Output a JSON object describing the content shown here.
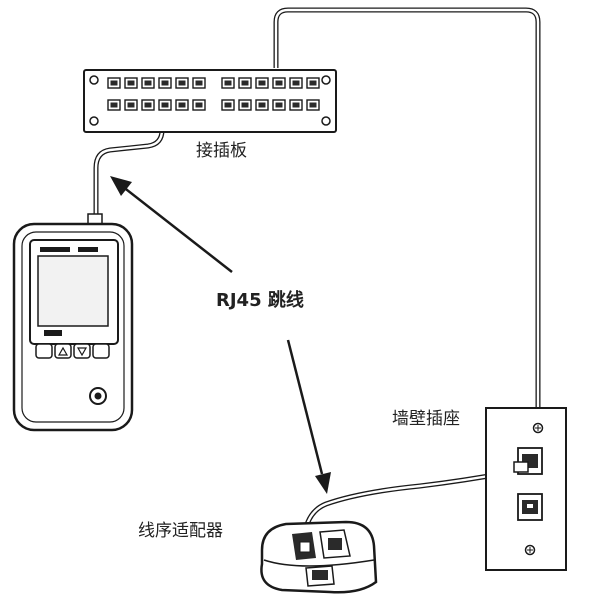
{
  "labels": {
    "patch_panel": "接插板",
    "jumper": "RJ45 跳线",
    "wall_jack": "墙壁插座",
    "remote": "线序适配器"
  },
  "colors": {
    "line": "#1a1a1a",
    "screen": "#f2f2f2",
    "body": "#ffffff",
    "port": "#2a2a2a"
  },
  "icons": {
    "tester": "cable-tester-icon",
    "remote": "remote-adapter-icon",
    "panel": "patch-panel-icon",
    "wall": "wall-jack-icon"
  }
}
